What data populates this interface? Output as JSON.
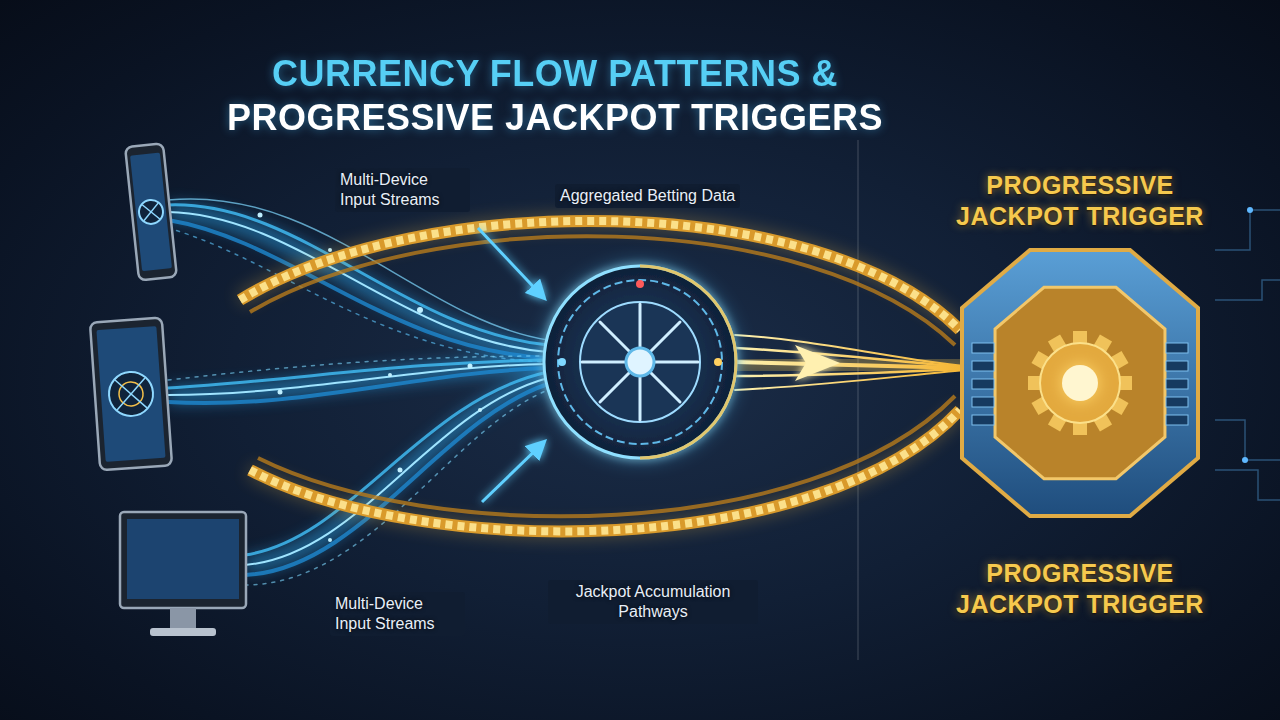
{
  "diagram": {
    "title": "CURRENCY FLOW PATTERNS & PROGRESSIVE JACKPOT TRIGGERS",
    "nodes": [
      {
        "text": [
          "PROGRESSIVE JACKPOT TRIGGER",
          "PROGRESSIVE JACKPOT TRIGGER"
        ]
      }
    ],
    "labels": [
      "Multi-Device Input Streams",
      "Aggregated Betting Data",
      "Multi-Device Input Streams",
      "Jackpot Accumulation Pathways"
    ]
  }
}
